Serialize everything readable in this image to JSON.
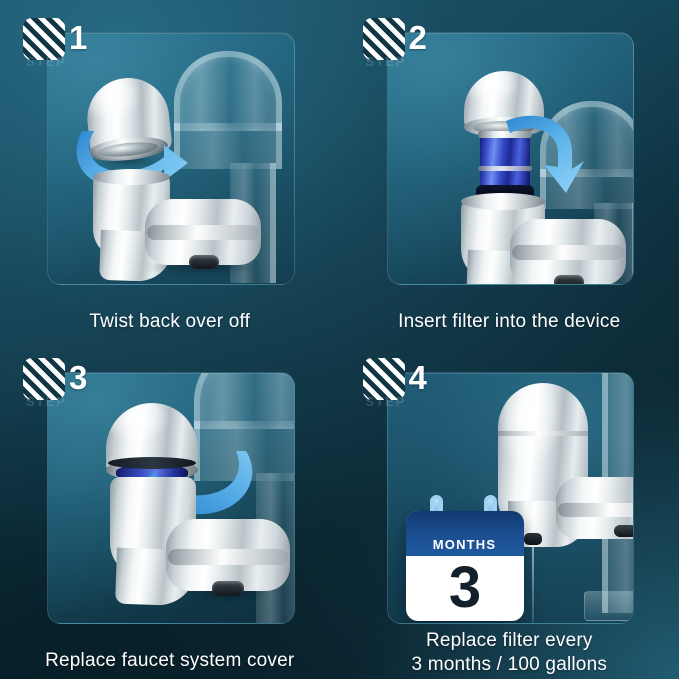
{
  "theme": {
    "background_top": "#1d5c74",
    "background_bottom": "#051620",
    "panel_teal": "#2a7190",
    "accent_blue": "#4aa7e0",
    "cartridge_blue": "#2a39a8",
    "calendar_header": "#1b4f92",
    "text_white": "#ffffff"
  },
  "steps": [
    {
      "number": "1",
      "step_label": "STEP",
      "caption_line1": "Twist back over off",
      "caption_line2": "",
      "art": "faucet-with-dome-cap-removed-and-rotation-arrow"
    },
    {
      "number": "2",
      "step_label": "STEP",
      "caption_line1": "Insert filter into the device",
      "caption_line2": "",
      "art": "blue-filter-cartridge-inserted-into-housing"
    },
    {
      "number": "3",
      "step_label": "STEP",
      "caption_line1": "Replace faucet system cover",
      "caption_line2": "",
      "art": "dome-cover-being-twisted-back-on"
    },
    {
      "number": "4",
      "step_label": "STEP",
      "caption_line1": "Replace filter every",
      "caption_line2": "3 months / 100 gallons",
      "art": "calendar-with-installed-filter"
    }
  ],
  "calendar": {
    "header": "MONTHS",
    "number": "3"
  }
}
